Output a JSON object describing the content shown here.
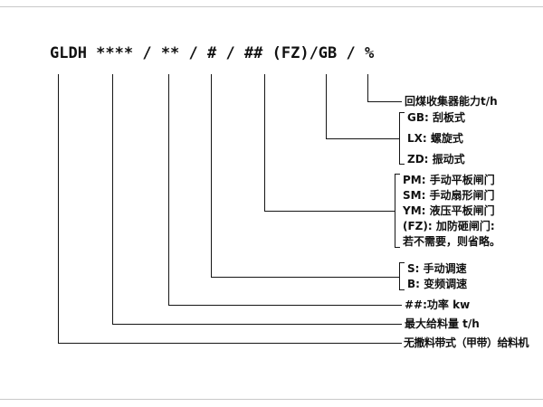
{
  "title_code": "GLDH **** / ** / # / ## (FZ)/GB / %",
  "labels": {
    "collector_capacity": "回煤收集器能力t/h",
    "collector_types": [
      "GB: 刮板式",
      "LX: 螺旋式",
      "ZD: 振动式"
    ],
    "gate_types": [
      "PM: 手动平板闸门",
      "SM: 手动扇形闸门",
      "YM: 液压平板闸门",
      "(FZ): 加防砸闸门:",
      "若不需要，则省略。"
    ],
    "speed_controls": [
      "S: 手动调速",
      "B: 变频调速"
    ],
    "power": "##:功率 kw",
    "max_feed": "最大给料量 t/h",
    "machine_name": "无撒料带式（甲带）给料机"
  },
  "colors": {
    "line": "#151515",
    "background": "#ffffff",
    "frame_edge": "#c9c9c9"
  }
}
